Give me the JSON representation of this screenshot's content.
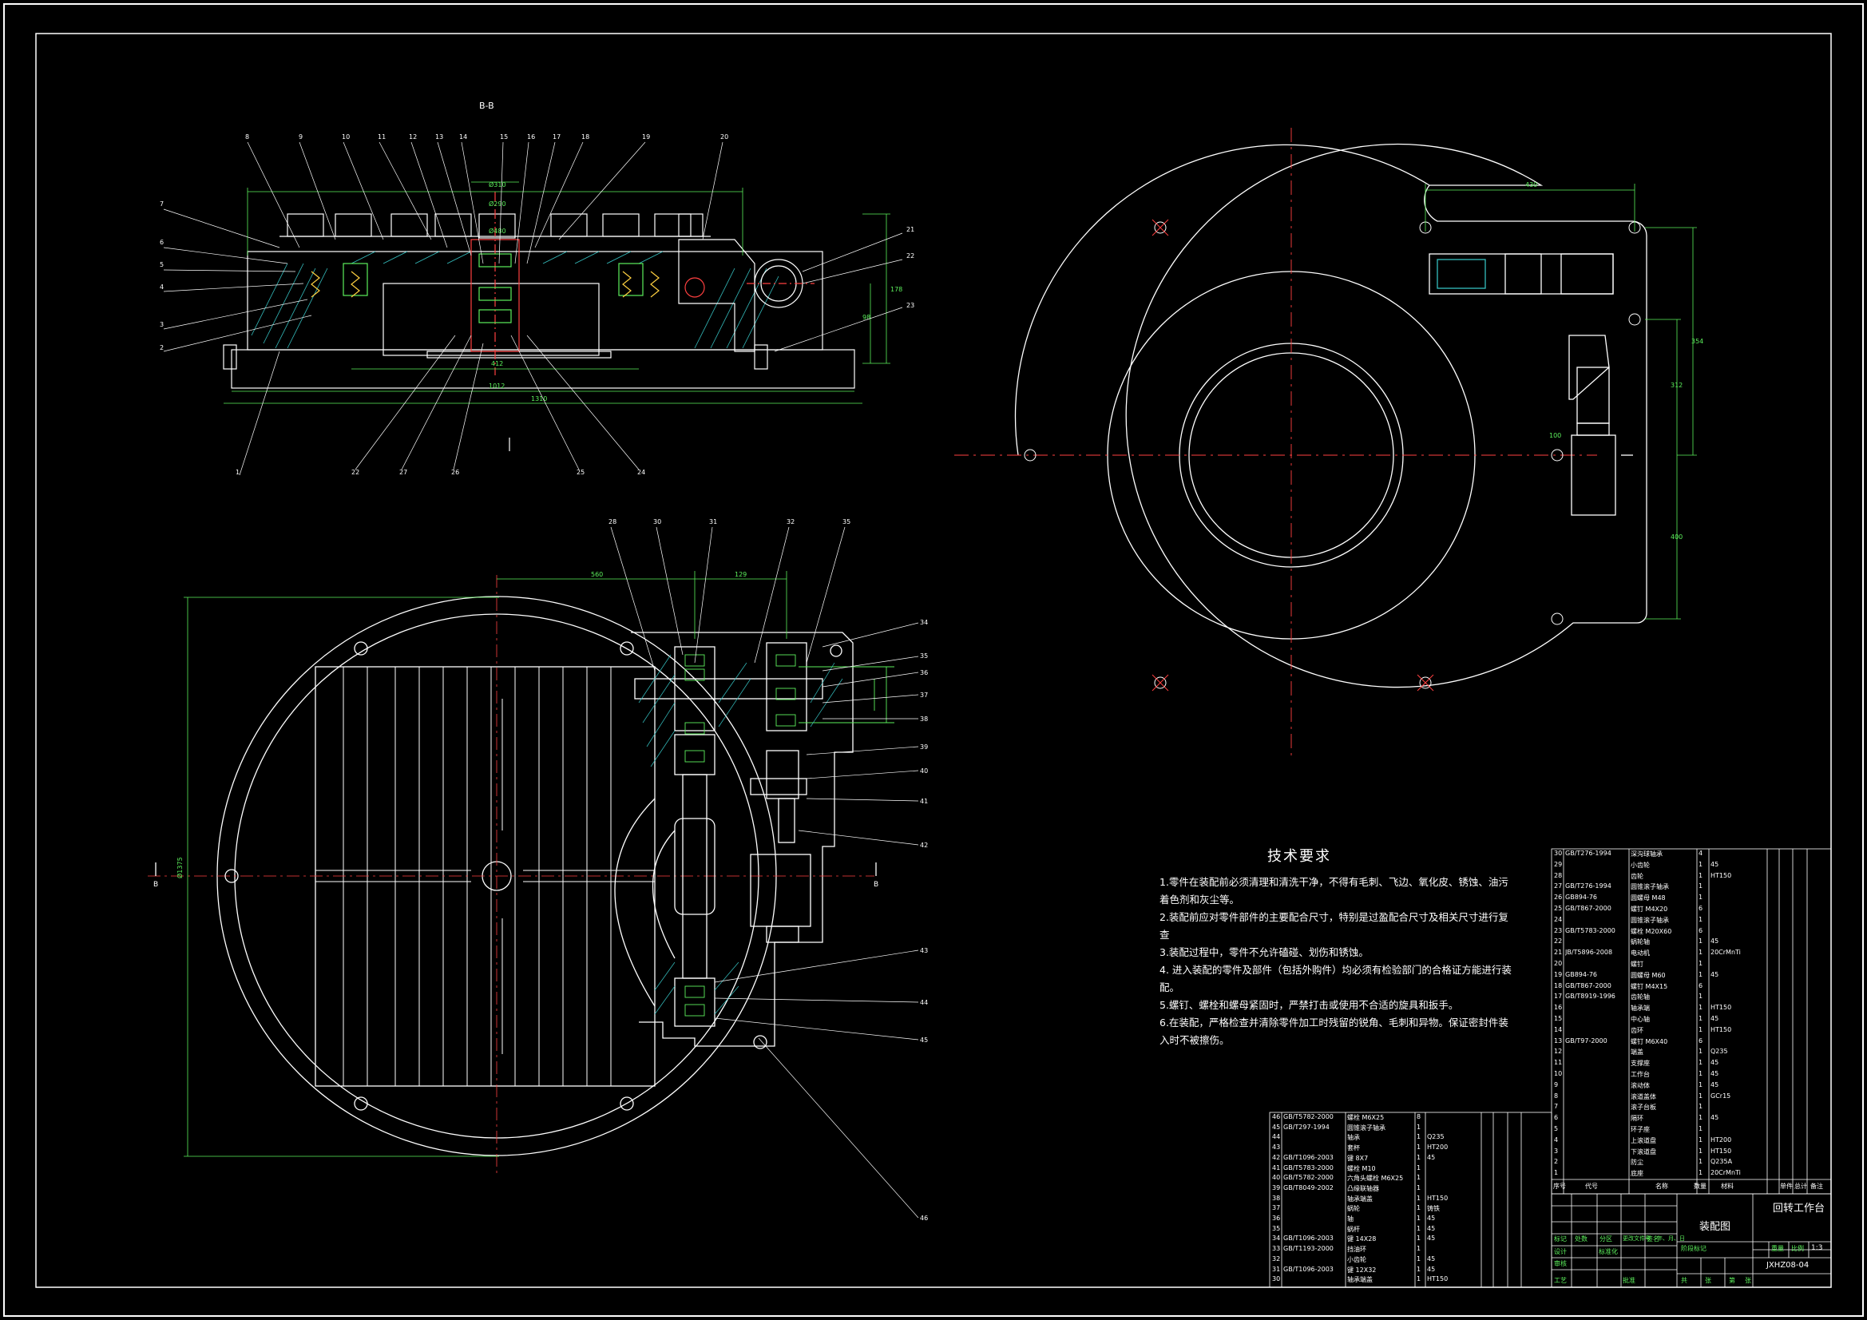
{
  "view_labels": {
    "section_title": "B-B",
    "section_marker_left": "B",
    "section_marker_right": "B"
  },
  "top_view_callouts": [
    "8",
    "9",
    "10",
    "11",
    "12",
    "13",
    "14",
    "15",
    "16",
    "17",
    "18",
    "19",
    "20",
    "7",
    "6",
    "5",
    "4",
    "3",
    "2",
    "1",
    "21",
    "22",
    "23",
    "22",
    "27",
    "26",
    "25",
    "24"
  ],
  "dims_top": [
    "Ø310",
    "Ø290",
    "Ø480",
    "412",
    "1012",
    "1310",
    "178",
    "98"
  ],
  "plan_view_callouts": [
    "28",
    "30",
    "31",
    "32",
    "35",
    "34",
    "35",
    "36",
    "37",
    "38",
    "39",
    "40",
    "41",
    "42",
    "43",
    "44",
    "45",
    "46"
  ],
  "dims_plan": [
    "560",
    "129",
    "Ø1375"
  ],
  "dims_side": [
    "430",
    "100",
    "312",
    "354",
    "400"
  ],
  "tech_req": {
    "title": "技术要求",
    "lines": [
      "1.零件在装配前必须清理和清洗干净，不得有毛刺、飞边、氧化皮、锈蚀、油污",
      "着色剂和灰尘等。",
      "2.装配前应对零件部件的主要配合尺寸，特别是过盈配合尺寸及相关尺寸进行复",
      "查",
      "3.装配过程中，零件不允许磕碰、划伤和锈蚀。",
      "4. 进入装配的零件及部件（包括外购件）均必须有检验部门的合格证方能进行装",
      "配。",
      "5.螺钉、螺栓和螺母紧固时，严禁打击或使用不合适的旋具和扳手。",
      "6.在装配，严格检查并清除零件加工时残留的锐角、毛刺和异物。保证密封件装",
      "入时不被擦伤。"
    ]
  },
  "parts_right": [
    [
      "30",
      "GB/T276-1994",
      "深沟球轴承",
      "4",
      ""
    ],
    [
      "29",
      "",
      "小齿轮",
      "1",
      "45"
    ],
    [
      "28",
      "",
      "齿轮",
      "1",
      "HT150"
    ],
    [
      "27",
      "GB/T276-1994",
      "圆锥滚子轴承",
      "1",
      ""
    ],
    [
      "26",
      "GB894-76",
      "圆螺母 M48",
      "1",
      ""
    ],
    [
      "25",
      "GB/T867-2000",
      "螺钉 M4X20",
      "6",
      ""
    ],
    [
      "24",
      "",
      "圆锥滚子轴承",
      "1",
      ""
    ],
    [
      "23",
      "GB/T5783-2000",
      "螺栓 M20X60",
      "6",
      ""
    ],
    [
      "22",
      "",
      "蜗轮轴",
      "1",
      "45"
    ],
    [
      "21",
      "JB/T5896-2008",
      "电动机",
      "1",
      "20CrMnTi"
    ],
    [
      "20",
      "",
      "螺钉",
      "1",
      ""
    ],
    [
      "19",
      "GB894-76",
      "圆螺母 M60",
      "1",
      "45"
    ],
    [
      "18",
      "GB/T867-2000",
      "螺钉 M4X15",
      "6",
      ""
    ],
    [
      "17",
      "GB/T8919-1996",
      "齿轮轴",
      "1",
      ""
    ],
    [
      "16",
      "",
      "轴承端",
      "1",
      "HT150"
    ],
    [
      "15",
      "",
      "中心轴",
      "1",
      "45"
    ],
    [
      "14",
      "",
      "齿环",
      "1",
      "HT150"
    ],
    [
      "13",
      "GB/T97-2000",
      "螺钉 M6X40",
      "6",
      ""
    ],
    [
      "12",
      "",
      "端盖",
      "1",
      "Q235"
    ],
    [
      "11",
      "",
      "支撑座",
      "1",
      "45"
    ],
    [
      "10",
      "",
      "工作台",
      "1",
      "45"
    ],
    [
      "9",
      "",
      "滚动体",
      "1",
      "45"
    ],
    [
      "8",
      "",
      "滚道盖体",
      "1",
      "GCr15"
    ],
    [
      "7",
      "",
      "滚子台板",
      "1",
      ""
    ],
    [
      "6",
      "",
      "隔环",
      "1",
      "45"
    ],
    [
      "5",
      "",
      "环子座",
      "1",
      ""
    ],
    [
      "4",
      "",
      "上滚道盘",
      "1",
      "HT200"
    ],
    [
      "3",
      "",
      "下滚道盘",
      "1",
      "HT150"
    ],
    [
      "2",
      "",
      "防尘",
      "1",
      "Q235A"
    ],
    [
      "1",
      "",
      "底座",
      "1",
      "20CrMnTi"
    ]
  ],
  "parts_right_header": [
    "序号",
    "代号",
    "名称",
    "数量",
    "材料",
    "单件",
    "总计",
    "备注"
  ],
  "parts_left": [
    [
      "46",
      "GB/T5782-2000",
      "螺栓 M6X25",
      "8",
      ""
    ],
    [
      "45",
      "GB/T297-1994",
      "圆锥滚子轴承",
      "1",
      ""
    ],
    [
      "44",
      "",
      "轴承",
      "1",
      "Q235"
    ],
    [
      "43",
      "",
      "套杯",
      "1",
      "HT200"
    ],
    [
      "42",
      "GB/T1096-2003",
      "键 8X7",
      "1",
      "45"
    ],
    [
      "41",
      "GB/T5783-2000",
      "螺栓 M10",
      "1",
      ""
    ],
    [
      "40",
      "GB/T5782-2000",
      "六角头螺栓 M6X25",
      "1",
      ""
    ],
    [
      "39",
      "GB/T8049-2002",
      "凸缘联轴器",
      "1",
      ""
    ],
    [
      "38",
      "",
      "轴承端盖",
      "1",
      "HT150"
    ],
    [
      "37",
      "",
      "蜗轮",
      "1",
      "铸铁"
    ],
    [
      "36",
      "",
      "轴",
      "1",
      "45"
    ],
    [
      "35",
      "",
      "蜗杆",
      "1",
      "45"
    ],
    [
      "34",
      "GB/T1096-2003",
      "键 14X28",
      "1",
      "45"
    ],
    [
      "33",
      "GB/T1193-2000",
      "挡油环",
      "1",
      ""
    ],
    [
      "32",
      "",
      "小齿轮",
      "1",
      "45"
    ],
    [
      "31",
      "GB/T1096-2003",
      "键 12X32",
      "1",
      "45"
    ],
    [
      "30",
      "",
      "轴承端盖",
      "1",
      "HT150"
    ]
  ],
  "title_block": {
    "drawing_name": "装配图",
    "product_name": "回转工作台",
    "drawing_number": "JXHZ08-04",
    "scale": "1:3",
    "row_labels": [
      "标记",
      "处数",
      "分区",
      "更改文件号",
      "签名",
      "年、月、日"
    ],
    "role_labels": [
      "设计",
      "审核",
      "工艺",
      "标准化",
      "批准"
    ],
    "stage_labels": [
      "阶段标记",
      "重量",
      "比例"
    ],
    "sheet_labels": [
      "共",
      "张",
      "第",
      "张"
    ]
  }
}
